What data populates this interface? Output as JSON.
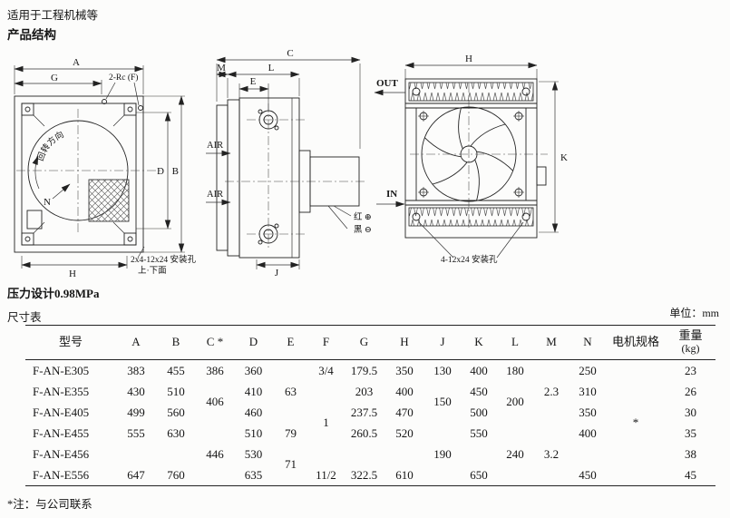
{
  "page": {
    "top_note": "适用于工程机械等",
    "section_title": "产品结构",
    "pressure_note": "压力设计0.98MPa",
    "table_title": "尺寸表",
    "unit_note": "单位：mm",
    "footnote": "*注：与公司联系"
  },
  "drawings": {
    "front": {
      "dim_a": "A",
      "dim_g": "G",
      "dim_b": "B",
      "dim_d": "D",
      "dim_h": "H",
      "port_note": "2-Rc (F)",
      "rotation_note": "回转方向",
      "blade_mark": "N",
      "mount_note": "2x4-12x24 安装孔",
      "mount_faces": "上·下面"
    },
    "side": {
      "dim_c": "C",
      "dim_m": "M",
      "dim_l": "L",
      "dim_e": "E",
      "dim_j": "J",
      "air_top": "AIR",
      "air_bottom": "AIR",
      "wire_red": "红 ⊕",
      "wire_black": "黑 ⊖"
    },
    "rear": {
      "dim_h": "H",
      "dim_k": "K",
      "flow_out": "OUT",
      "flow_in": "IN",
      "mount_note": "4-12x24 安装孔"
    }
  },
  "table": {
    "headers": [
      {
        "key": "model",
        "t": "型号"
      },
      {
        "key": "a",
        "t": "A"
      },
      {
        "key": "b",
        "t": "B"
      },
      {
        "key": "c",
        "t": "C *"
      },
      {
        "key": "d",
        "t": "D"
      },
      {
        "key": "e",
        "t": "E"
      },
      {
        "key": "f",
        "t": "F"
      },
      {
        "key": "g",
        "t": "G"
      },
      {
        "key": "h",
        "t": "H"
      },
      {
        "key": "j",
        "t": "J"
      },
      {
        "key": "k",
        "t": "K"
      },
      {
        "key": "l",
        "t": "L"
      },
      {
        "key": "m",
        "t": "M"
      },
      {
        "key": "n",
        "t": "N"
      },
      {
        "key": "motor",
        "t": "电机规格"
      },
      {
        "key": "weight",
        "t": "重量",
        "sub": "(kg)"
      }
    ],
    "cells": [
      {
        "c": 1,
        "r": 1,
        "v": "F-AN-E305"
      },
      {
        "c": 2,
        "r": 1,
        "v": "383"
      },
      {
        "c": 3,
        "r": 1,
        "v": "455"
      },
      {
        "c": 4,
        "r": 1,
        "v": "386"
      },
      {
        "c": 5,
        "r": 1,
        "v": "360"
      },
      {
        "c": 7,
        "r": 1,
        "v": "3/4"
      },
      {
        "c": 8,
        "r": 1,
        "v": "179.5"
      },
      {
        "c": 9,
        "r": 1,
        "v": "350"
      },
      {
        "c": 10,
        "r": 1,
        "v": "130"
      },
      {
        "c": 11,
        "r": 1,
        "v": "400"
      },
      {
        "c": 12,
        "r": 1,
        "v": "180"
      },
      {
        "c": 14,
        "r": 1,
        "v": "250"
      },
      {
        "c": 16,
        "r": 1,
        "v": "23"
      },
      {
        "c": 1,
        "r": 2,
        "v": "F-AN-E355"
      },
      {
        "c": 2,
        "r": 2,
        "v": "430"
      },
      {
        "c": 3,
        "r": 2,
        "v": "510"
      },
      {
        "c": 4,
        "r": 2,
        "rs": 2,
        "v": "406"
      },
      {
        "c": 5,
        "r": 2,
        "v": "410"
      },
      {
        "c": 6,
        "r": 2,
        "v": "63"
      },
      {
        "c": 8,
        "r": 2,
        "v": "203"
      },
      {
        "c": 9,
        "r": 2,
        "v": "400"
      },
      {
        "c": 10,
        "r": 2,
        "rs": 2,
        "v": "150"
      },
      {
        "c": 11,
        "r": 2,
        "v": "450"
      },
      {
        "c": 12,
        "r": 2,
        "rs": 2,
        "v": "200"
      },
      {
        "c": 13,
        "r": 2,
        "v": "2.3"
      },
      {
        "c": 14,
        "r": 2,
        "v": "310"
      },
      {
        "c": 16,
        "r": 2,
        "v": "26"
      },
      {
        "c": 1,
        "r": 3,
        "v": "F-AN-E405"
      },
      {
        "c": 2,
        "r": 3,
        "v": "499"
      },
      {
        "c": 3,
        "r": 3,
        "v": "560"
      },
      {
        "c": 5,
        "r": 3,
        "v": "460"
      },
      {
        "c": 7,
        "r": 3,
        "rs": 2,
        "v": "1"
      },
      {
        "c": 8,
        "r": 3,
        "v": "237.5"
      },
      {
        "c": 9,
        "r": 3,
        "v": "470"
      },
      {
        "c": 11,
        "r": 3,
        "v": "500"
      },
      {
        "c": 14,
        "r": 3,
        "v": "350"
      },
      {
        "c": 16,
        "r": 3,
        "v": "30"
      },
      {
        "c": 1,
        "r": 4,
        "v": "F-AN-E455"
      },
      {
        "c": 2,
        "r": 4,
        "v": "555"
      },
      {
        "c": 3,
        "r": 4,
        "v": "630"
      },
      {
        "c": 5,
        "r": 4,
        "v": "510"
      },
      {
        "c": 6,
        "r": 4,
        "v": "79"
      },
      {
        "c": 8,
        "r": 4,
        "v": "260.5"
      },
      {
        "c": 9,
        "r": 4,
        "v": "520"
      },
      {
        "c": 11,
        "r": 4,
        "v": "550"
      },
      {
        "c": 14,
        "r": 4,
        "v": "400"
      },
      {
        "c": 16,
        "r": 4,
        "v": "35"
      },
      {
        "c": 1,
        "r": 5,
        "v": "F-AN-E456"
      },
      {
        "c": 4,
        "r": 5,
        "v": "446"
      },
      {
        "c": 5,
        "r": 5,
        "v": "530"
      },
      {
        "c": 6,
        "r": 5,
        "rs": 2,
        "v": "71"
      },
      {
        "c": 10,
        "r": 5,
        "v": "190"
      },
      {
        "c": 12,
        "r": 5,
        "v": "240"
      },
      {
        "c": 13,
        "r": 5,
        "v": "3.2"
      },
      {
        "c": 16,
        "r": 5,
        "v": "38"
      },
      {
        "c": 1,
        "r": 6,
        "v": "F-AN-E556"
      },
      {
        "c": 2,
        "r": 6,
        "v": "647"
      },
      {
        "c": 3,
        "r": 6,
        "v": "760"
      },
      {
        "c": 5,
        "r": 6,
        "v": "635"
      },
      {
        "c": 7,
        "r": 6,
        "v": "11/2"
      },
      {
        "c": 8,
        "r": 6,
        "v": "322.5"
      },
      {
        "c": 9,
        "r": 6,
        "v": "610"
      },
      {
        "c": 11,
        "r": 6,
        "v": "650"
      },
      {
        "c": 14,
        "r": 6,
        "v": "450"
      },
      {
        "c": 16,
        "r": 6,
        "v": "45"
      },
      {
        "c": 15,
        "r": 1,
        "rs": 6,
        "v": "*"
      }
    ]
  }
}
